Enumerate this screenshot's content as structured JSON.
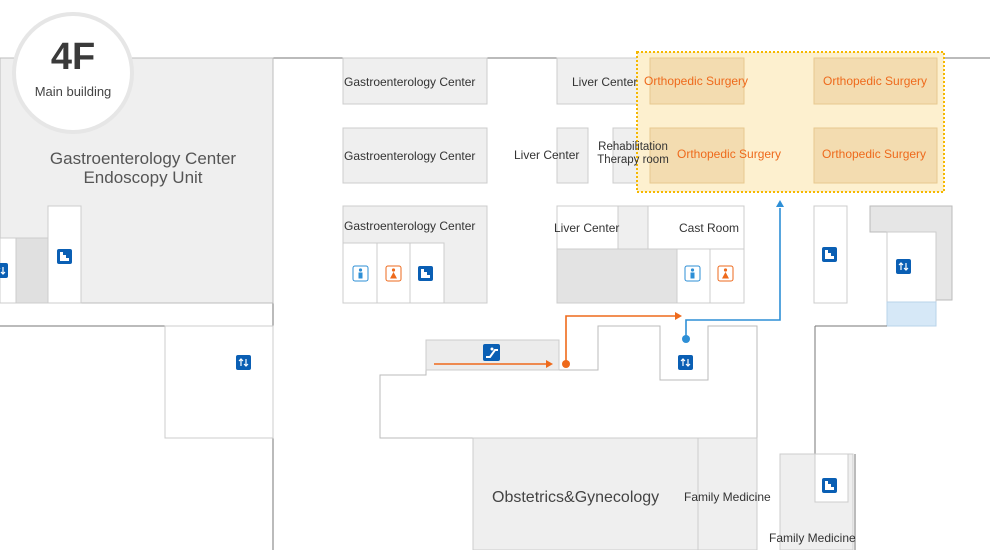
{
  "floor": {
    "number": "4F",
    "building": "Main building"
  },
  "rooms": {
    "gastro_left": [
      "Gastroenterology Center",
      "Endoscopy Unit"
    ],
    "gastro_1": "Gastroenterology Center",
    "gastro_2": "Gastroenterology Center",
    "gastro_3": "Gastroenterology Center",
    "liver_1": "Liver Center",
    "liver_2": "Liver Center",
    "liver_3": "Liver Center",
    "rehab": [
      "Rehabilitation",
      "Therapy room"
    ],
    "cast_room": "Cast Room",
    "ortho_1": "Orthopedic Surgery",
    "ortho_2": "Orthopedic Surgery",
    "ortho_3": "Orthopedic Surgery",
    "ortho_4": "Orthopedic Surgery",
    "obgyn": "Obstetrics&Gynecology",
    "family_1": "Family Medicine",
    "family_2": "Family Medicine"
  },
  "icons": {
    "stairs": "stairs-icon",
    "elevator": "elevator-icon",
    "escalator": "escalator-icon",
    "restroom_male": "male-restroom-icon",
    "restroom_female": "female-restroom-icon"
  },
  "colors": {
    "highlight_fill": "#fdf0cf",
    "highlight_border": "#f5b800",
    "route_orange": "#ee6a1c",
    "route_blue": "#2e8fd6",
    "icon_blue": "#0a5fb4",
    "room_fill": "#efefef",
    "orange_room_fill": "#f3dcb0"
  }
}
